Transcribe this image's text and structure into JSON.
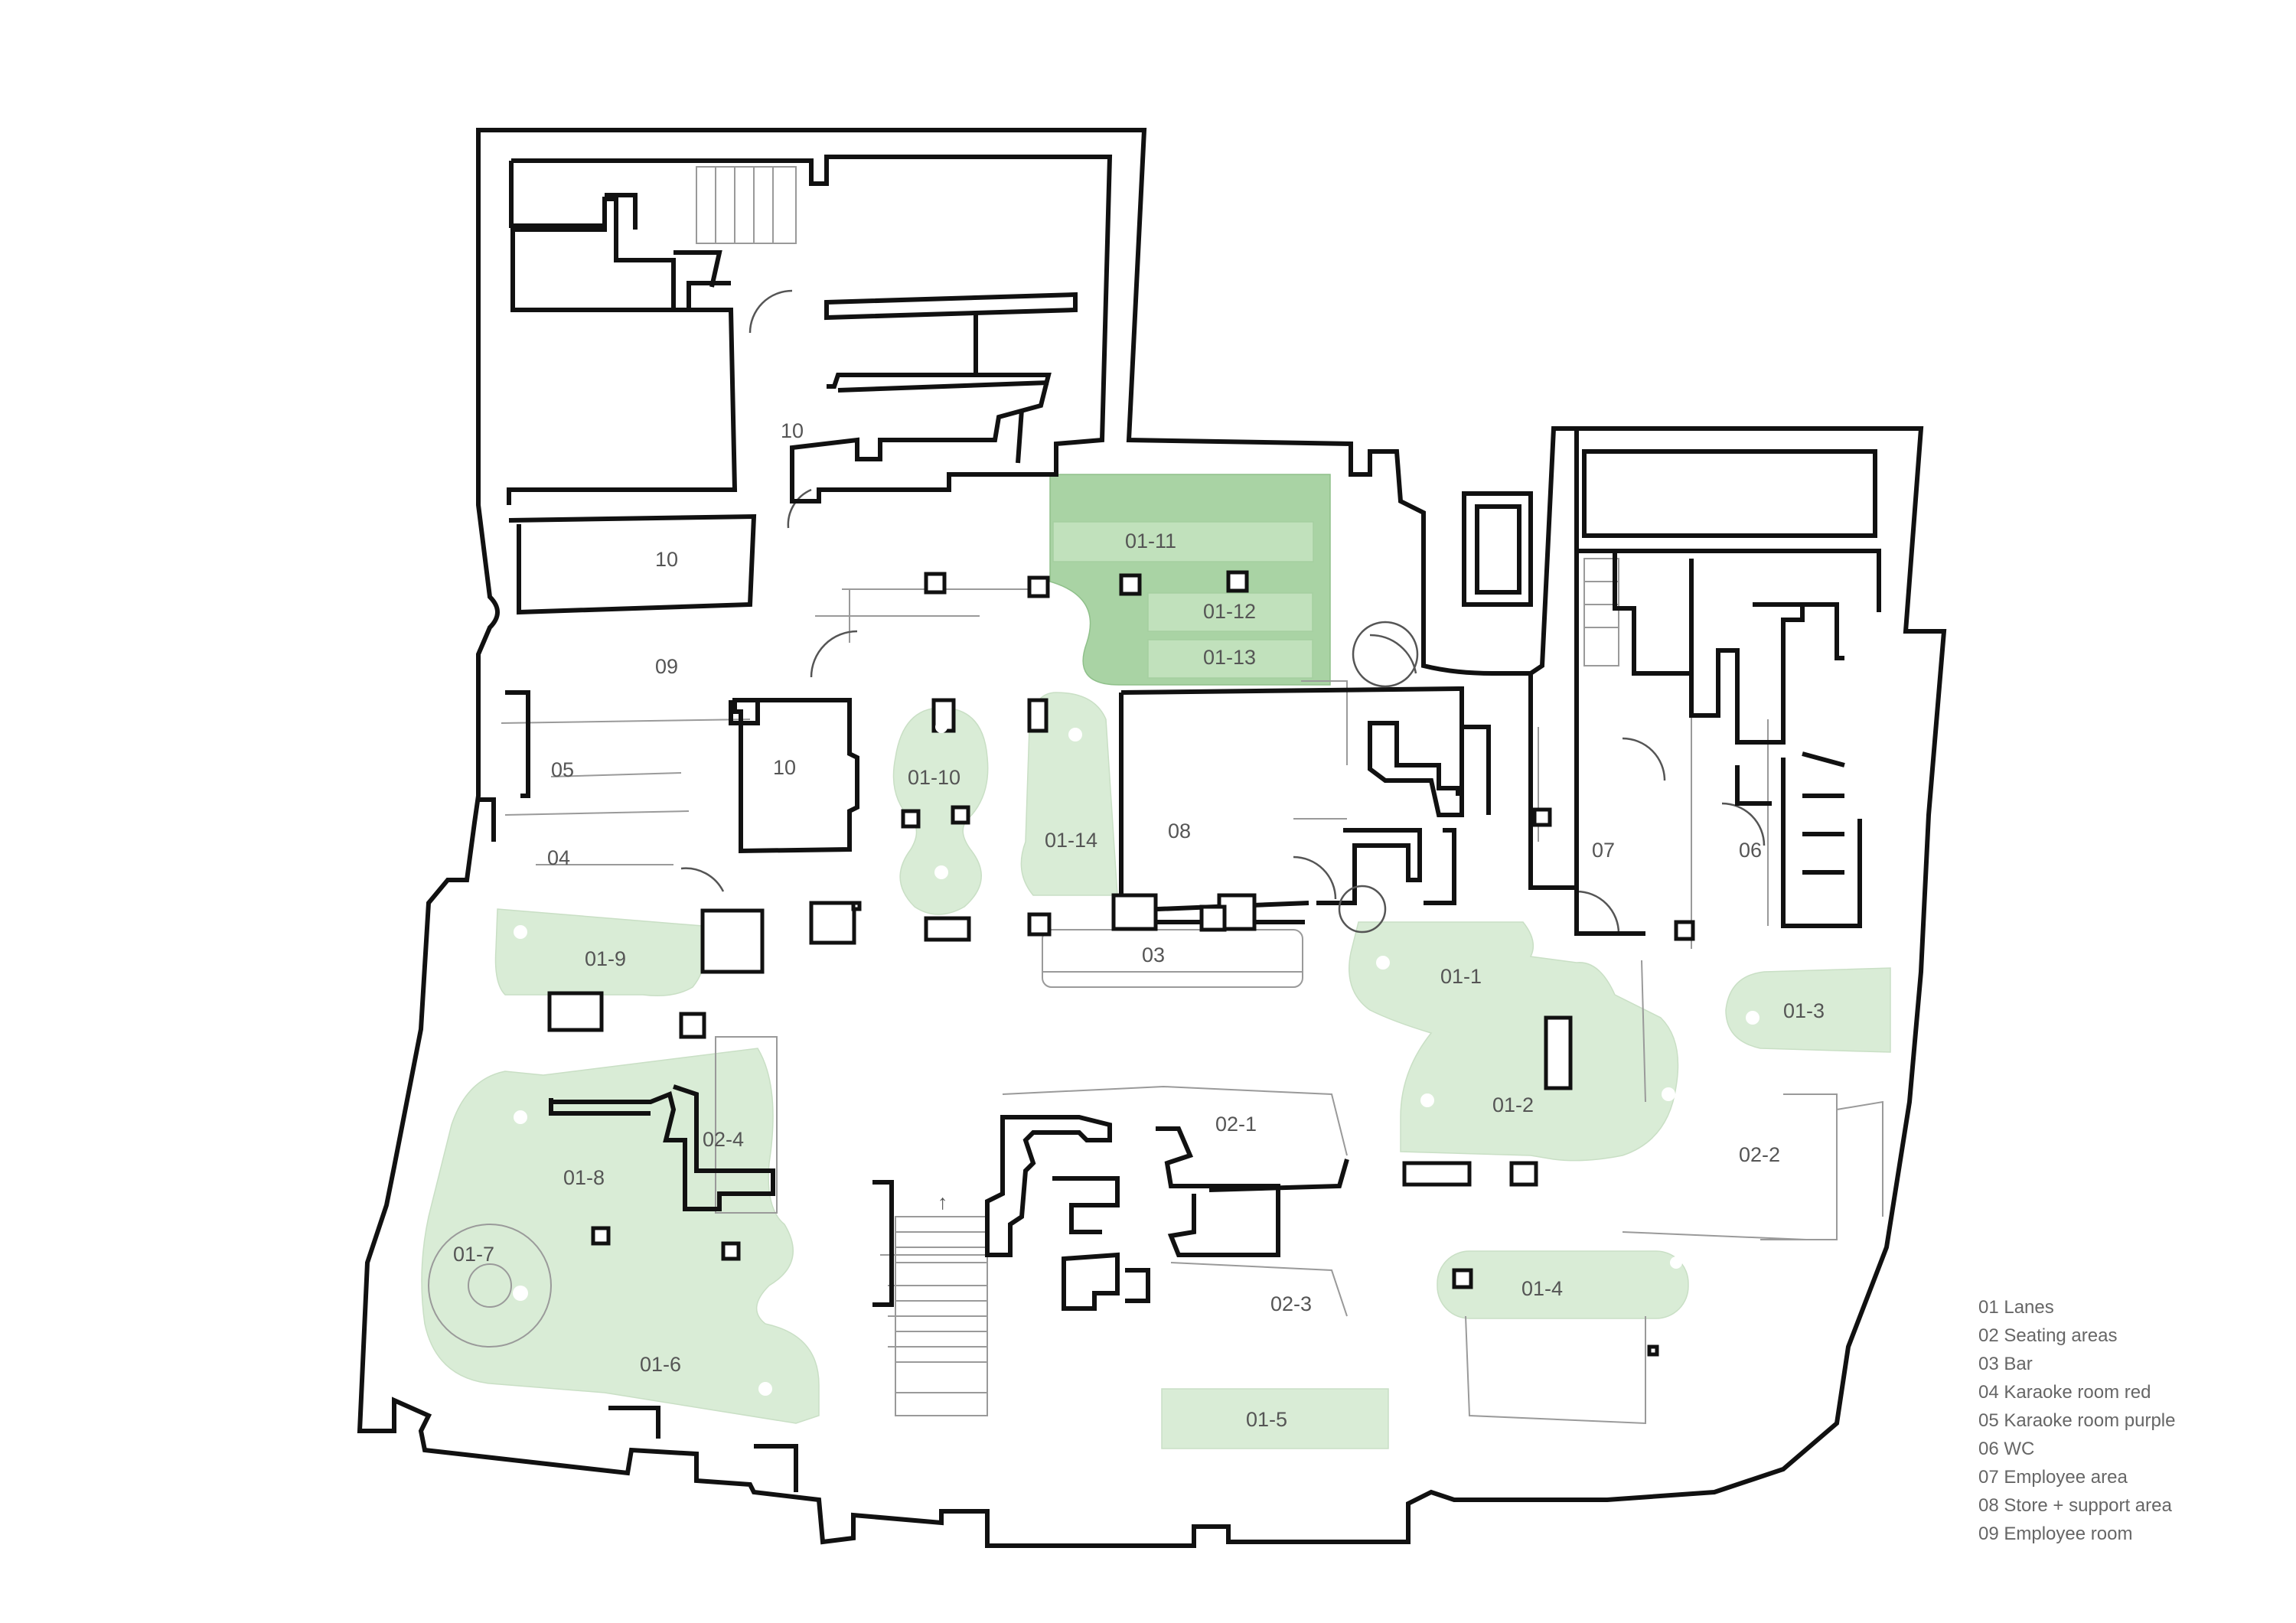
{
  "labels": {
    "r10a": "10",
    "r10b": "10",
    "r10c": "10",
    "r09": "09",
    "r05": "05",
    "r04": "04",
    "r08": "08",
    "r03": "03",
    "r07": "07",
    "r06": "06",
    "l01_1": "01-1",
    "l01_2": "01-2",
    "l01_3": "01-3",
    "l01_4": "01-4",
    "l01_5": "01-5",
    "l01_6": "01-6",
    "l01_7": "01-7",
    "l01_8": "01-8",
    "l01_9": "01-9",
    "l01_10": "01-10",
    "l01_11": "01-11",
    "l01_12": "01-12",
    "l01_13": "01-13",
    "l01_14": "01-14",
    "s02_1": "02-1",
    "s02_2": "02-2",
    "s02_3": "02-3",
    "s02_4": "02-4"
  },
  "legend": [
    "01 Lanes",
    "02 Seating areas",
    "03 Bar",
    "04 Karaoke room red",
    "05 Karaoke room purple",
    "06 WC",
    "07 Employee area",
    "08 Store + support area",
    "09 Employee room"
  ],
  "colors": {
    "lane": "#d9ecd6",
    "lane_highlight": "#a9d3a4",
    "wall": "#111111",
    "label": "#555555"
  },
  "north_arrow": "↑"
}
